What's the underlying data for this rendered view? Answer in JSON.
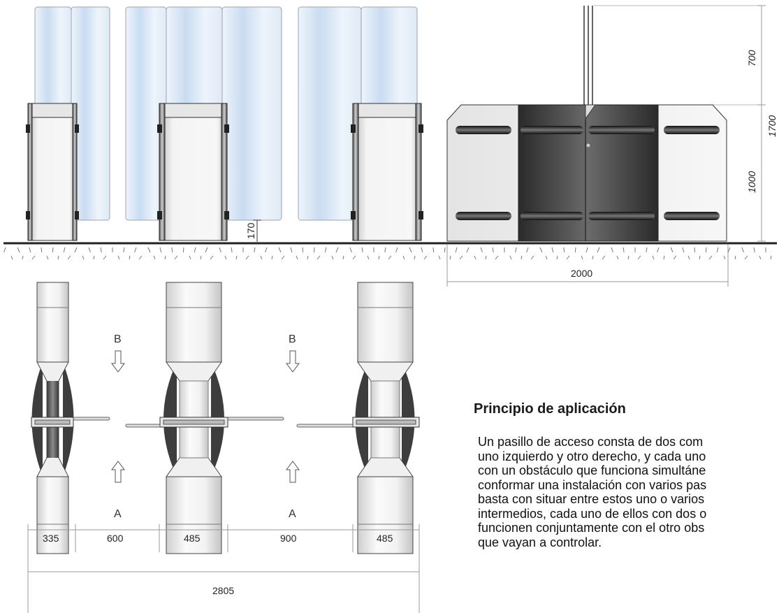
{
  "elevation_dimensions": {
    "glass_gap": "170",
    "top_height": "700",
    "total_height": "1700",
    "cabinet_height": "1000",
    "side_length": "2000"
  },
  "plan_dimensions": {
    "widths": [
      "335",
      "600",
      "485",
      "900",
      "485"
    ],
    "total": "2805"
  },
  "direction_labels": {
    "b": "B",
    "a": "A"
  },
  "text": {
    "heading": "Principio de aplicación",
    "lines": [
      "Un pasillo de acceso consta de dos com",
      "uno izquierdo y otro derecho, y cada uno",
      "con un obstáculo que funciona simultáne",
      "conformar una instalación con varios pas",
      "basta con situar entre estos uno o varios",
      "intermedios, cada uno de ellos con dos o",
      "funcionen conjuntamente con el otro obs",
      "que vayan a controlar."
    ]
  },
  "colors": {
    "glass": "#d7e6f5",
    "cabinet_light": "#f4f4f4",
    "cabinet_dark": "#3a3a3a",
    "line": "#333333"
  }
}
